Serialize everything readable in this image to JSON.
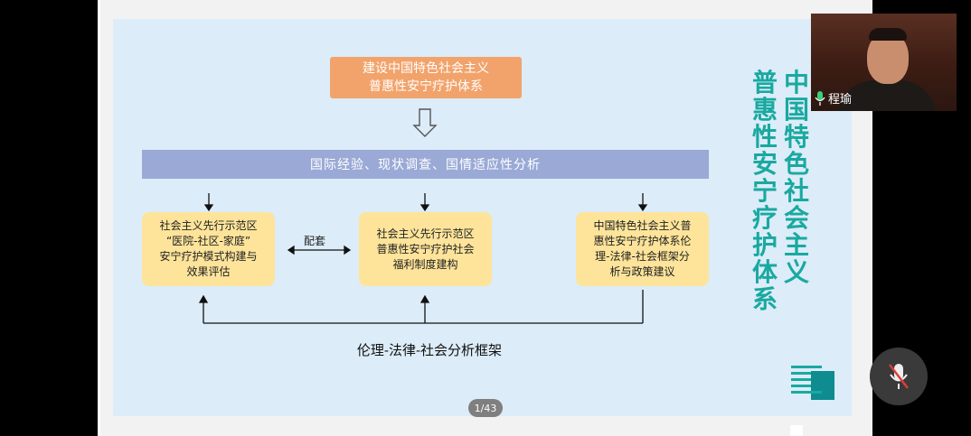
{
  "slide": {
    "goal_text": "建设中国特色社会主义\n普惠性安宁疗护体系",
    "band_text": "国际经验、现状调查、国情适应性分析",
    "cards": [
      "社会主义先行示范区\n“医院-社区-家庭”\n安宁疗护模式构建与\n效果评估",
      "社会主义先行示范区\n普惠性安宁疗护社会\n福利制度建构",
      "中国特色社会主义普\n惠性安宁疗护体系伦\n理-法律-社会框架分\n析与政策建议"
    ],
    "pair_label": "配套",
    "caption": "伦理-法律-社会分析框架",
    "vertical_title_a": [
      "中",
      "国",
      "特",
      "色",
      "社",
      "会",
      "主",
      "义"
    ],
    "vertical_title_b": [
      "普",
      "惠",
      "性",
      "安",
      "宁",
      "疗",
      "护",
      "体",
      "系"
    ],
    "accent_color": "#19a9a0"
  },
  "viewer": {
    "page_counter": "1/43",
    "participant_name": "程瑜",
    "mic_icon": "mic-muted-icon"
  }
}
